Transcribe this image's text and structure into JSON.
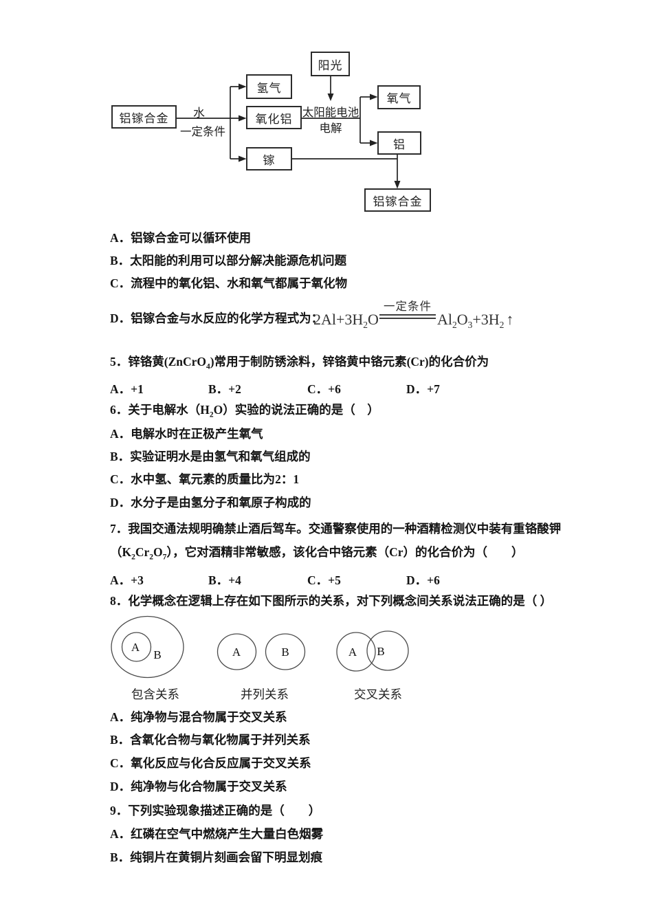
{
  "flow": {
    "alloy_left": "铝镓合金",
    "hydrogen": "氢气",
    "alumina": "氧化铝",
    "gallium": "镓",
    "sunlight": "阳光",
    "oxygen": "氧气",
    "aluminum": "铝",
    "alloy_bottom": "铝镓合金",
    "water": "水",
    "condition": "一定条件",
    "solar1": "太阳能电池",
    "solar2": "电解"
  },
  "q4": {
    "a": "A．铝镓合金可以循环使用",
    "b": "B．太阳能的利用可以部分解决能源危机问题",
    "c": "C．流程中的氧化铝、水和氧气都属于氧化物",
    "d": "D．铝镓合金与水反应的化学方程式为：",
    "eq": {
      "lhs1": "2Al+3H",
      "lhs1s": "2",
      "lhs2": "O",
      "cond": "一定条件",
      "rhs1": "Al",
      "rhs1s": "2",
      "rhs2": "O",
      "rhs2s": "3",
      "rhs3": "+3H",
      "rhs3s": "2",
      "up": "↑"
    }
  },
  "q5": {
    "p1": "5．锌铬黄(ZnCrO",
    "s1": "4",
    "p2": ")常用于制防锈涂料，锌铬黄中铬元素(Cr)的化合价为",
    "opts": [
      "A．+1",
      "B．+2",
      "C．+6",
      "D．+7"
    ]
  },
  "q6": {
    "p1": "6．关于电解水（H",
    "s1": "2",
    "p2": "O）实验的说法正确的是（　）",
    "a": "A．电解水时在正极产生氧气",
    "b": "B．实验证明水是由氢气和氧气组成的",
    "c": "C．水中氢、氧元素的质量比为2：1",
    "d": "D．水分子是由氢分子和氧原子构成的"
  },
  "q7": {
    "l1": "7．我国交通法规明确禁止酒后驾车。交通警察使用的一种酒精检测仪中装有重铬酸钾",
    "l2p1": "（K",
    "s1": "2",
    "l2p2": "Cr",
    "s2": "2",
    "l2p3": "O",
    "s3": "7",
    "l2p4": "），它对酒精非常敏感，该化合中铬元素（Cr）的化合价为（　　）",
    "opts": [
      "A．+3",
      "B．+4",
      "C．+5",
      "D．+6"
    ]
  },
  "q8": {
    "t": "8．化学概念在逻辑上存在如下图所示的关系，对下列概念间关系说法正确的是（ ）",
    "a": "A．纯净物与混合物属于交叉关系",
    "b": "B．含氧化合物与氧化物属于并列关系",
    "c": "C．氧化反应与化合反应属于交叉关系",
    "d": "D．纯净物与化合物属于交叉关系"
  },
  "venn": {
    "A": "A",
    "B": "B",
    "captions": [
      "包含关系",
      "并列关系",
      "交叉关系"
    ]
  },
  "q9": {
    "t": "9．下列实验现象描述正确的是（　　）",
    "a": "A．红磷在空气中燃烧产生大量白色烟雾",
    "b": "B．纯铜片在黄铜片刻画会留下明显划痕"
  }
}
